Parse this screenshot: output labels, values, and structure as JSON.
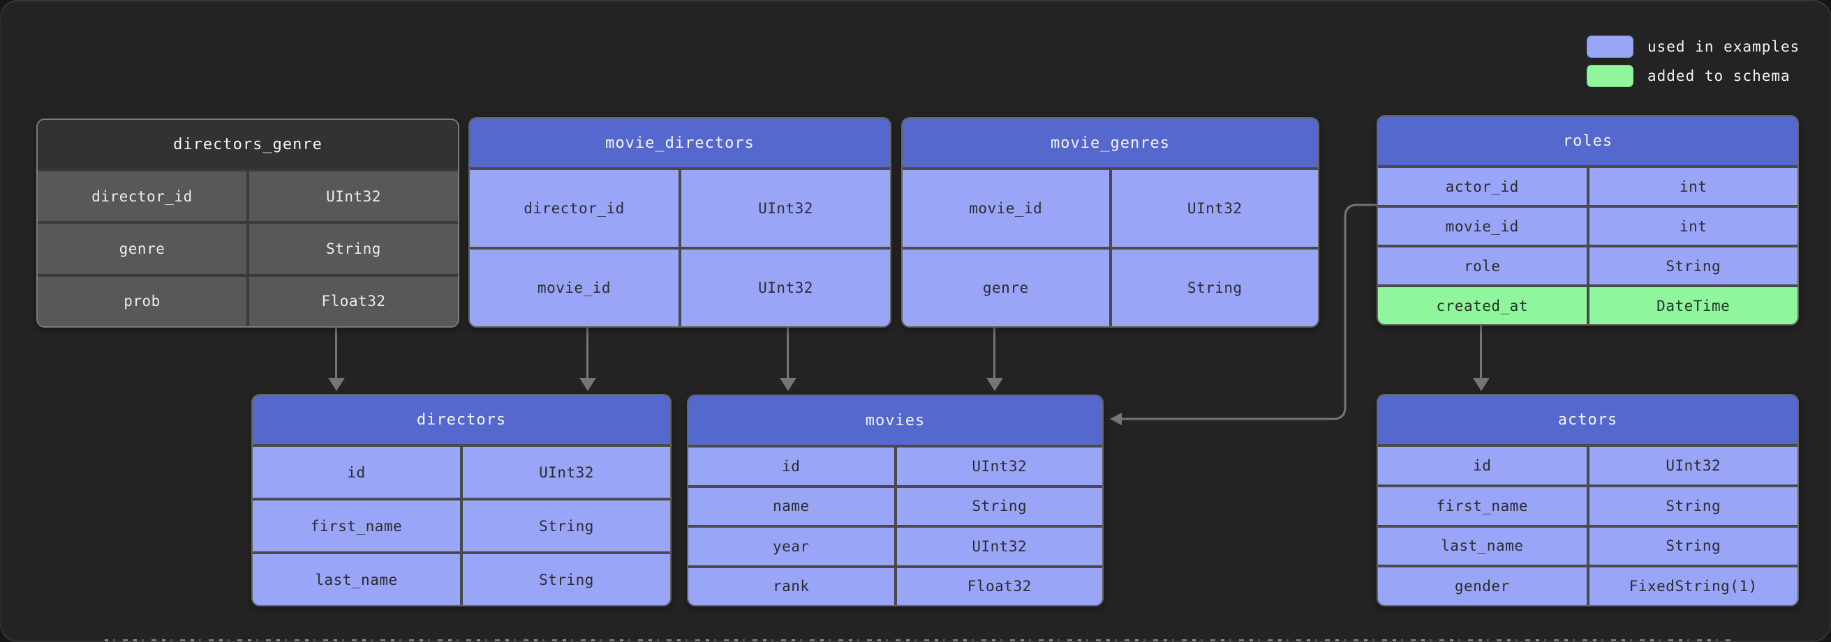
{
  "legend": {
    "items": [
      {
        "label": "used in examples",
        "color": "#99a5f7"
      },
      {
        "label": "added to schema",
        "color": "#8ff69e"
      }
    ]
  },
  "colors": {
    "background": "#232323",
    "table_header_blue": "#5568cd",
    "table_row_blue": "#99a5f7",
    "table_row_added_green": "#8ff69e",
    "table_header_gray": "#323232",
    "table_row_gray": "#585858",
    "connector_gray": "#757575"
  },
  "tables": {
    "directors_genre": {
      "title": "directors_genre",
      "style": "gray",
      "rows": [
        {
          "name": "director_id",
          "type": "UInt32"
        },
        {
          "name": "genre",
          "type": "String"
        },
        {
          "name": "prob",
          "type": "Float32"
        }
      ]
    },
    "movie_directors": {
      "title": "movie_directors",
      "style": "blue",
      "rows": [
        {
          "name": "director_id",
          "type": "UInt32"
        },
        {
          "name": "movie_id",
          "type": "UInt32"
        }
      ]
    },
    "movie_genres": {
      "title": "movie_genres",
      "style": "blue",
      "rows": [
        {
          "name": "movie_id",
          "type": "UInt32"
        },
        {
          "name": "genre",
          "type": "String"
        }
      ]
    },
    "roles": {
      "title": "roles",
      "style": "blue",
      "rows": [
        {
          "name": "actor_id",
          "type": "int"
        },
        {
          "name": "movie_id",
          "type": "int"
        },
        {
          "name": "role",
          "type": "String"
        },
        {
          "name": "created_at",
          "type": "DateTime",
          "highlight": "added_to_schema"
        }
      ]
    },
    "directors": {
      "title": "directors",
      "style": "blue",
      "rows": [
        {
          "name": "id",
          "type": "UInt32"
        },
        {
          "name": "first_name",
          "type": "String"
        },
        {
          "name": "last_name",
          "type": "String"
        }
      ]
    },
    "movies": {
      "title": "movies",
      "style": "blue",
      "rows": [
        {
          "name": "id",
          "type": "UInt32"
        },
        {
          "name": "name",
          "type": "String"
        },
        {
          "name": "year",
          "type": "UInt32"
        },
        {
          "name": "rank",
          "type": "Float32"
        }
      ]
    },
    "actors": {
      "title": "actors",
      "style": "blue",
      "rows": [
        {
          "name": "id",
          "type": "UInt32"
        },
        {
          "name": "first_name",
          "type": "String"
        },
        {
          "name": "last_name",
          "type": "String"
        },
        {
          "name": "gender",
          "type": "FixedString(1)"
        }
      ]
    }
  },
  "connections": [
    {
      "from": "directors_genre",
      "to": "directors"
    },
    {
      "from": "movie_directors",
      "to": "directors"
    },
    {
      "from": "movie_directors",
      "to": "movies"
    },
    {
      "from": "movie_genres",
      "to": "movies"
    },
    {
      "from": "roles",
      "to": "movies"
    },
    {
      "from": "roles",
      "to": "actors"
    }
  ]
}
